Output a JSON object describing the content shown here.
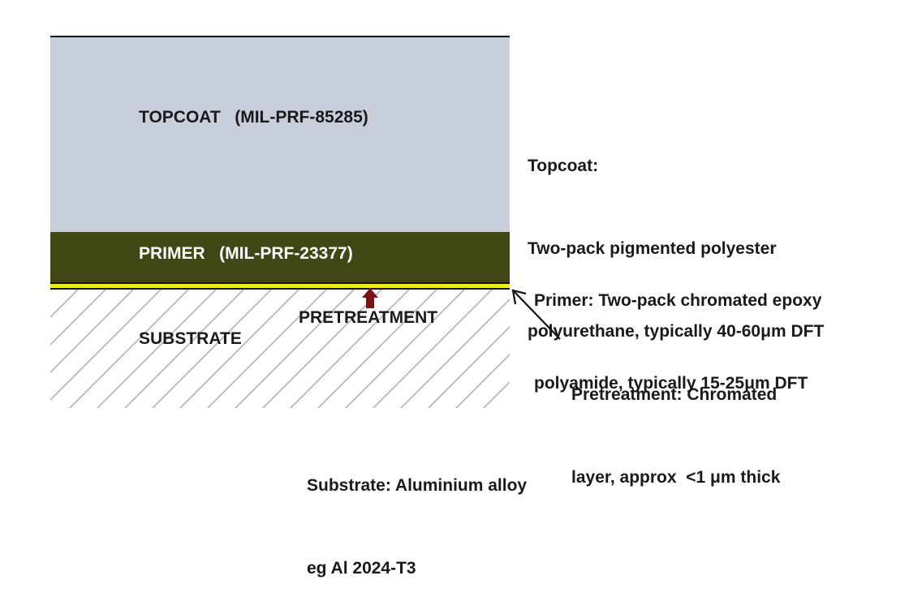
{
  "layers": {
    "topcoat": {
      "label": "TOPCOAT   (MIL-PRF-85285)",
      "color": "#c8ceda"
    },
    "primer": {
      "label": "PRIMER   (MIL-PRF-23377)",
      "color": "#414714"
    },
    "pretreatment": {
      "label": "PRETREATMENT",
      "color": "#ecec1c"
    },
    "substrate": {
      "label": "SUBSTRATE"
    }
  },
  "notes": {
    "topcoat": {
      "line1": "Topcoat:",
      "line2": "Two-pack pigmented polyester",
      "line3": "polyurethane, typically 40-60μm DFT"
    },
    "primer": {
      "line1": "Primer: Two-pack chromated epoxy",
      "line2": "polyamide, typically 15-25μm DFT"
    },
    "pretreatment": {
      "line1": "Pretreatment: Chromated",
      "line2": "layer, approx  <1 μm thick"
    },
    "substrate": {
      "line1": "Substrate: Aluminium alloy",
      "line2": "eg Al 2024-T3"
    }
  },
  "colors": {
    "marker_arrow": "#7a1414",
    "pointer_arrow": "#111111"
  }
}
